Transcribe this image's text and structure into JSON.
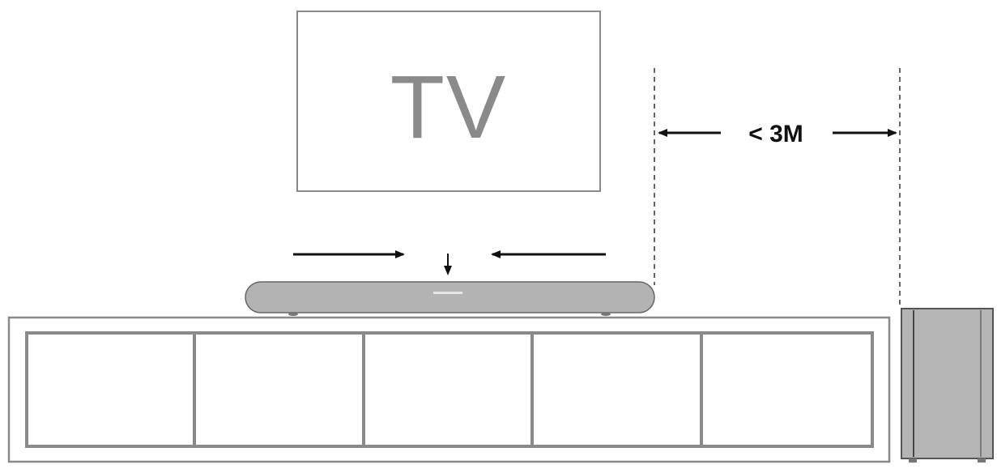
{
  "diagram": {
    "tv_label": "TV",
    "distance_label": "< 3M",
    "colors": {
      "line": "#8a8a8a",
      "soundbar_fill": "#b3b3b3",
      "subwoofer_fill": "#b5b5b5",
      "arrow": "#111111",
      "background": "#ffffff"
    },
    "cabinet_compartments": 5
  }
}
